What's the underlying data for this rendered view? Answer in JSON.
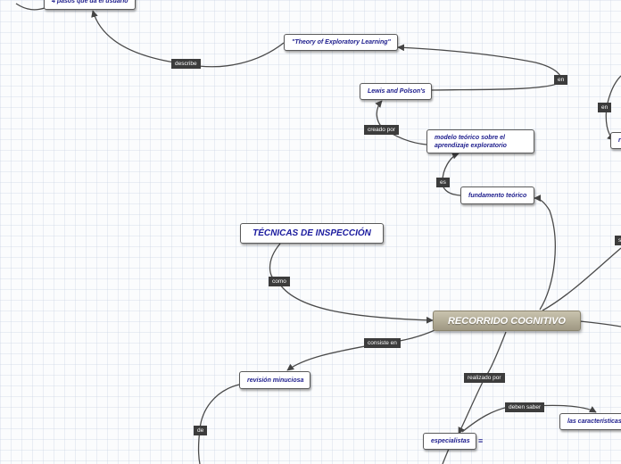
{
  "central": {
    "title": "RECORRIDO COGNITIVO"
  },
  "nodes": {
    "tecnicas": "TÉCNICAS DE INSPECCIÓN",
    "revision": "revisión minuciosa",
    "especialistas": "especialistas",
    "caracteristicas": "las características",
    "fundamento": "fundamento teórico",
    "modelo": "modelo teórico sobre el aprendizaje exploratorio",
    "lewis": "Lewis and Polson's",
    "theory": "\"Theory of Exploratory Learning\"",
    "pasos": "4 pasos que da el usuario",
    "right_partial": "r"
  },
  "links": {
    "como": "como",
    "consiste_en": "consiste en",
    "realizado_por": "realizado por",
    "deben_saber": "deben saber",
    "de": "de",
    "es": "es",
    "creado_por": "creado por",
    "en": "en",
    "describe": "describe",
    "en_right": "en",
    "right_edge": "s"
  },
  "icons": {
    "especialistas_menu": "menu-icon"
  }
}
